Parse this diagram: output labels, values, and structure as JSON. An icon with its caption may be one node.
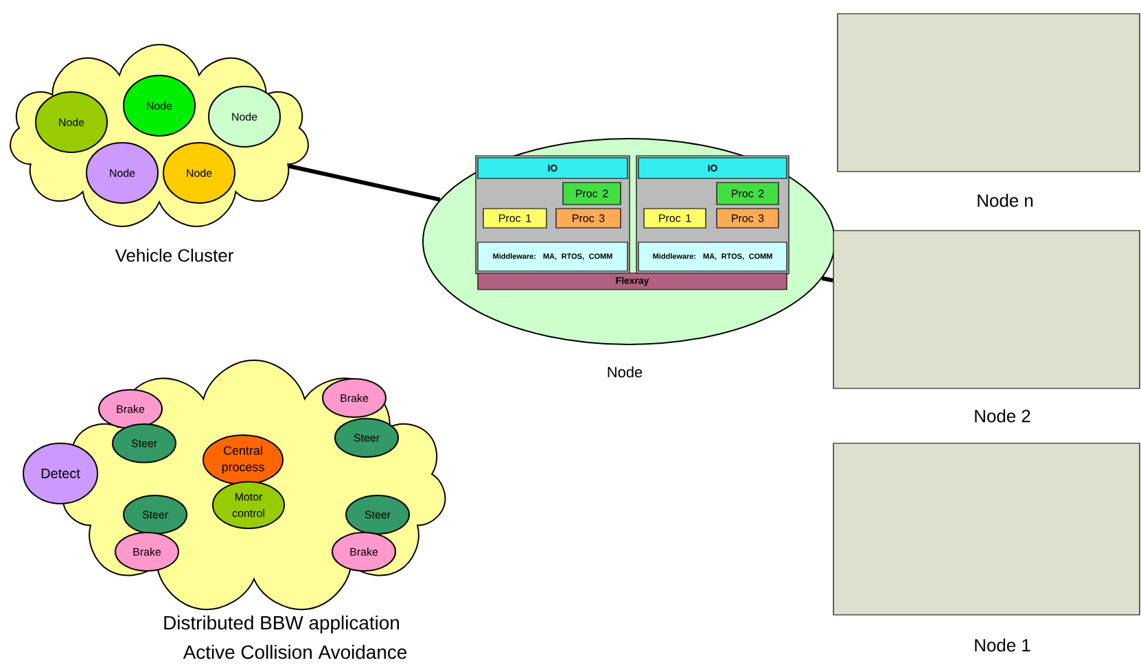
{
  "diagram": {
    "nodes": [
      {
        "text": [
          "Vehicle Cluster"
        ]
      },
      {
        "text": [
          "Node"
        ],
        "in": 0
      },
      {
        "text": [
          "Node"
        ],
        "in": 0
      },
      {
        "text": [
          "Node"
        ],
        "in": 0
      },
      {
        "text": [
          "Node"
        ],
        "in": 0
      },
      {
        "text": [
          "Node"
        ],
        "in": 0
      },
      {
        "text": [
          "Node"
        ]
      },
      {
        "text": [],
        "shape": "box",
        "in": 6
      },
      {
        "text": [
          "IO"
        ],
        "in": 7
      },
      {
        "text": [
          "Proc 2"
        ],
        "in": 7
      },
      {
        "text": [
          "Proc 1"
        ],
        "in": 7
      },
      {
        "text": [
          "Proc 3"
        ],
        "in": 7
      },
      {
        "text": [
          "Middleware: MA, RTOS, COMM"
        ],
        "in": 7
      },
      {
        "text": [],
        "shape": "box",
        "in": 6
      },
      {
        "text": [
          "IO"
        ],
        "in": 13
      },
      {
        "text": [
          "Proc 2"
        ],
        "in": 13
      },
      {
        "text": [
          "Proc 1"
        ],
        "in": 13
      },
      {
        "text": [
          "Proc 3"
        ],
        "in": 13
      },
      {
        "text": [
          "Middleware: MA, RTOS, COMM"
        ],
        "in": 13
      },
      {
        "text": [
          "Flexray"
        ],
        "in": 6
      },
      {
        "text": [
          "Node n"
        ]
      },
      {
        "text": [
          "Node 2"
        ]
      },
      {
        "text": [
          "Node 1"
        ]
      },
      {
        "text": [
          "Distributed BBW application",
          "Active Collision Avoidance"
        ]
      },
      {
        "text": [
          "Detect"
        ]
      },
      {
        "text": [
          "Brake"
        ],
        "in": 23
      },
      {
        "text": [
          "Steer"
        ],
        "in": 23
      },
      {
        "text": [
          "Central process"
        ],
        "in": 23
      },
      {
        "text": [
          "Motor control"
        ],
        "in": 23
      },
      {
        "text": [
          "Steer"
        ],
        "in": 23
      },
      {
        "text": [
          "Brake"
        ],
        "in": 23
      },
      {
        "text": [
          "Brake"
        ],
        "in": 23
      },
      {
        "text": [
          "Steer"
        ],
        "in": 23
      },
      {
        "text": [
          "Steer"
        ],
        "in": 23
      },
      {
        "text": [
          "Brake"
        ],
        "in": 23
      }
    ],
    "edges": [
      {
        "from": 0,
        "to": 6,
        "arrow": "none"
      },
      {
        "from": 6,
        "to": 21,
        "arrow": "none"
      }
    ]
  }
}
